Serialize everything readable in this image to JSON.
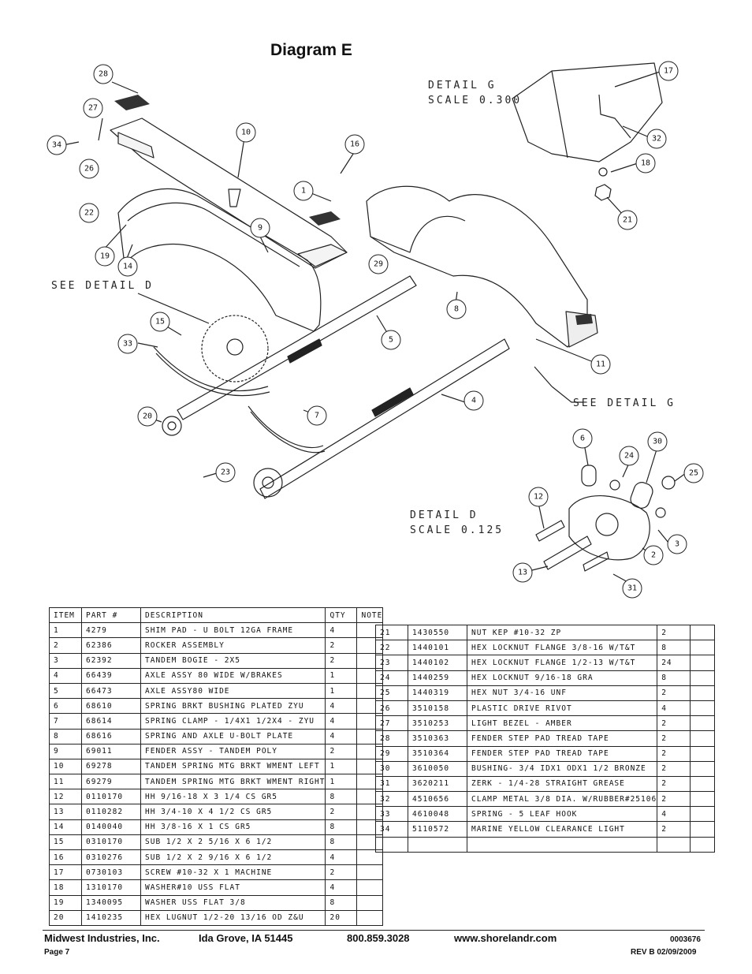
{
  "diagram_title": "Diagram E",
  "detail_g": {
    "line1": "DETAIL  G",
    "line2": "SCALE  0.300"
  },
  "detail_d": {
    "line1": "DETAIL  D",
    "line2": "SCALE  0.125"
  },
  "see_detail_d": "SEE DETAIL  D",
  "see_detail_g": "SEE DETAIL  G",
  "callouts": [
    "28",
    "27",
    "34",
    "26",
    "10",
    "16",
    "1",
    "22",
    "9",
    "19",
    "14",
    "15",
    "33",
    "5",
    "29",
    "8",
    "11",
    "20",
    "7",
    "4",
    "23",
    "17",
    "32",
    "18",
    "21",
    "6",
    "30",
    "24",
    "25",
    "12",
    "3",
    "2",
    "13",
    "31"
  ],
  "table_headers": {
    "item": "ITEM",
    "part": "PART #",
    "description": "DESCRIPTION",
    "qty": "QTY",
    "note": "NOTE"
  },
  "parts_left": [
    {
      "item": "1",
      "part": "4279",
      "desc": "SHIM PAD - U BOLT 12GA FRAME",
      "qty": "4"
    },
    {
      "item": "2",
      "part": "62386",
      "desc": "ROCKER ASSEMBLY",
      "qty": "2"
    },
    {
      "item": "3",
      "part": "62392",
      "desc": "TANDEM BOGIE - 2X5",
      "qty": "2"
    },
    {
      "item": "4",
      "part": "66439",
      "desc": "AXLE ASSY 80 WIDE W/BRAKES",
      "qty": "1"
    },
    {
      "item": "5",
      "part": "66473",
      "desc": "AXLE ASSY80 WIDE",
      "qty": "1"
    },
    {
      "item": "6",
      "part": "68610",
      "desc": "SPRING BRKT BUSHING PLATED ZYU",
      "qty": "4"
    },
    {
      "item": "7",
      "part": "68614",
      "desc": "SPRING CLAMP - 1/4X1 1/2X4 - ZYU",
      "qty": "4"
    },
    {
      "item": "8",
      "part": "68616",
      "desc": "SPRING AND AXLE U-BOLT PLATE",
      "qty": "4"
    },
    {
      "item": "9",
      "part": "69011",
      "desc": "FENDER ASSY - TANDEM POLY",
      "qty": "2"
    },
    {
      "item": "10",
      "part": "69278",
      "desc": "TANDEM SPRING MTG BRKT WMENT LEFT",
      "qty": "1"
    },
    {
      "item": "11",
      "part": "69279",
      "desc": "TANDEM SPRING MTG BRKT WMENT RIGHT",
      "qty": "1"
    },
    {
      "item": "12",
      "part": "0110170",
      "desc": "HH 9/16-18 X 3 1/4 CS GR5",
      "qty": "8"
    },
    {
      "item": "13",
      "part": "0110282",
      "desc": "HH 3/4-10 X 4 1/2 CS GR5",
      "qty": "2"
    },
    {
      "item": "14",
      "part": "0140040",
      "desc": "HH 3/8-16 X 1 CS GR5",
      "qty": "8"
    },
    {
      "item": "15",
      "part": "0310170",
      "desc": "SUB 1/2 X 2 5/16 X 6 1/2",
      "qty": "8"
    },
    {
      "item": "16",
      "part": "0310276",
      "desc": "SUB 1/2 X 2 9/16 X 6 1/2",
      "qty": "4"
    },
    {
      "item": "17",
      "part": "0730103",
      "desc": "SCREW #10-32 X 1 MACHINE",
      "qty": "2"
    },
    {
      "item": "18",
      "part": "1310170",
      "desc": "WASHER#10 USS FLAT",
      "qty": "4"
    },
    {
      "item": "19",
      "part": "1340095",
      "desc": "WASHER USS FLAT 3/8",
      "qty": "8"
    },
    {
      "item": "20",
      "part": "1410235",
      "desc": "HEX LUGNUT 1/2-20 13/16 OD Z&U",
      "qty": "20"
    }
  ],
  "parts_right": [
    {
      "item": "21",
      "part": "1430550",
      "desc": "NUT KEP #10-32 ZP",
      "qty": "2"
    },
    {
      "item": "22",
      "part": "1440101",
      "desc": "HEX LOCKNUT FLANGE 3/8-16 W/T&T",
      "qty": "8"
    },
    {
      "item": "23",
      "part": "1440102",
      "desc": "HEX LOCKNUT FLANGE 1/2-13 W/T&T",
      "qty": "24"
    },
    {
      "item": "24",
      "part": "1440259",
      "desc": "HEX LOCKNUT 9/16-18 GRA",
      "qty": "8"
    },
    {
      "item": "25",
      "part": "1440319",
      "desc": "HEX NUT 3/4-16 UNF",
      "qty": "2"
    },
    {
      "item": "26",
      "part": "3510158",
      "desc": "PLASTIC DRIVE RIVOT",
      "qty": "4"
    },
    {
      "item": "27",
      "part": "3510253",
      "desc": "LIGHT BEZEL - AMBER",
      "qty": "2"
    },
    {
      "item": "28",
      "part": "3510363",
      "desc": "FENDER STEP PAD TREAD TAPE",
      "qty": "2"
    },
    {
      "item": "29",
      "part": "3510364",
      "desc": "FENDER STEP PAD TREAD TAPE",
      "qty": "2"
    },
    {
      "item": "30",
      "part": "3610050",
      "desc": "BUSHING- 3/4 IDX1 ODX1 1/2 BRONZE",
      "qty": "2"
    },
    {
      "item": "31",
      "part": "3620211",
      "desc": "ZERK - 1/4-28 STRAIGHT GREASE",
      "qty": "2"
    },
    {
      "item": "32",
      "part": "4510656",
      "desc": "CLAMP METAL 3/8 DIA. W/RUBBER#25106",
      "qty": "2"
    },
    {
      "item": "33",
      "part": "4610048",
      "desc": "SPRING - 5 LEAF HOOK",
      "qty": "4"
    },
    {
      "item": "34",
      "part": "5110572",
      "desc": "MARINE YELLOW CLEARANCE LIGHT",
      "qty": "2"
    },
    {
      "item": "",
      "part": "",
      "desc": "",
      "qty": ""
    }
  ],
  "footer": {
    "company": "Midwest Industries, Inc.",
    "city": "Ida Grove, IA  51445",
    "phone": "800.859.3028",
    "web": "www.shorelandr.com",
    "doc_number": "0003676",
    "page": "Page 7",
    "rev": "REV B  02/09/2009"
  }
}
